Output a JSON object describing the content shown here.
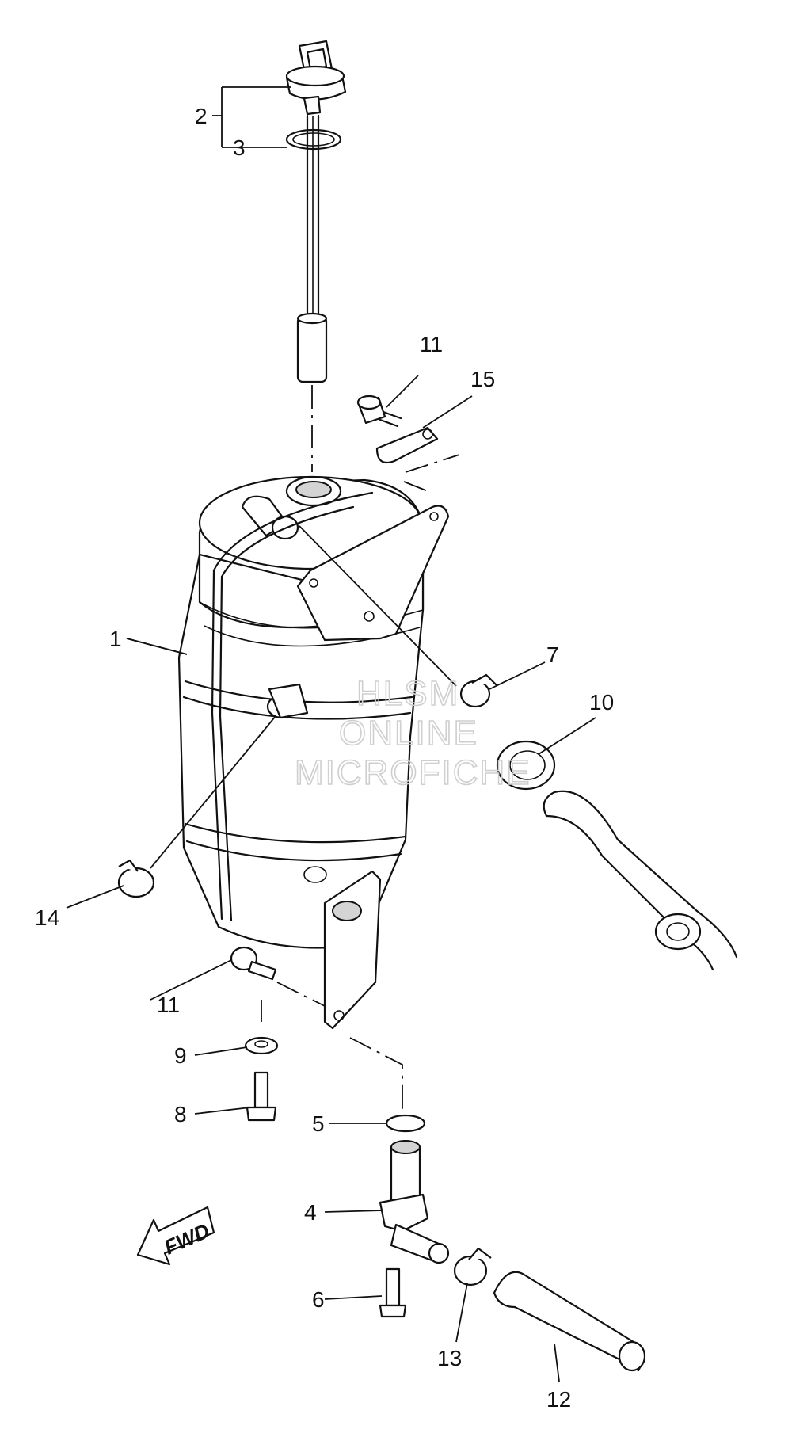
{
  "callouts": [
    {
      "id": "1",
      "label": "1"
    },
    {
      "id": "2",
      "label": "2"
    },
    {
      "id": "3",
      "label": "3"
    },
    {
      "id": "4",
      "label": "4"
    },
    {
      "id": "5",
      "label": "5"
    },
    {
      "id": "6",
      "label": "6"
    },
    {
      "id": "7",
      "label": "7"
    },
    {
      "id": "8",
      "label": "8"
    },
    {
      "id": "9",
      "label": "9"
    },
    {
      "id": "10",
      "label": "10"
    },
    {
      "id": "11a",
      "label": "11"
    },
    {
      "id": "11b",
      "label": "11"
    },
    {
      "id": "12",
      "label": "12"
    },
    {
      "id": "13",
      "label": "13"
    },
    {
      "id": "14",
      "label": "14"
    },
    {
      "id": "15",
      "label": "15"
    }
  ],
  "watermark": {
    "line1": "HLSM",
    "line2": "ONLINE",
    "line3": "MICROFICHE"
  },
  "fwd_label": "FWD",
  "colors": {
    "line": "#111111",
    "background": "#ffffff",
    "watermark": "#cfcfcf"
  }
}
